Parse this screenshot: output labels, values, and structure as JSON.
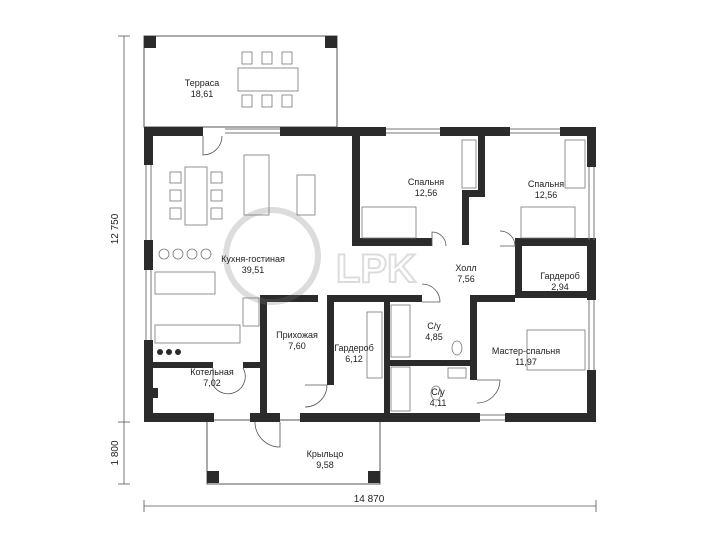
{
  "rooms": {
    "terrace": {
      "name": "Терраса",
      "area": "18,61"
    },
    "kitchen": {
      "name": "Кухня-гостиная",
      "area": "39,51"
    },
    "bedroom1": {
      "name": "Спальня",
      "area": "12,56"
    },
    "bedroom2": {
      "name": "Спальня",
      "area": "12,56"
    },
    "hall": {
      "name": "Холл",
      "area": "7,56"
    },
    "wardrobe1": {
      "name": "Гардероб",
      "area": "2,94"
    },
    "entry": {
      "name": "Прихожая",
      "area": "7,60"
    },
    "wardrobe2": {
      "name": "Гардероб",
      "area": "6,12"
    },
    "bath1": {
      "name": "С/у",
      "area": "4,85"
    },
    "master": {
      "name": "Мастер-спальня",
      "area": "11,97"
    },
    "boiler": {
      "name": "Котельная",
      "area": "7,02"
    },
    "bath2": {
      "name": "С/у",
      "area": "4,11"
    },
    "porch": {
      "name": "Крыльцо",
      "area": "9,58"
    }
  },
  "dimensions": {
    "width": "14 870",
    "height": "12 750",
    "porch_depth": "1 800"
  },
  "watermark": "LPK",
  "colors": {
    "wall": "#2b2b2b",
    "line": "#555555",
    "bg": "#ffffff"
  }
}
